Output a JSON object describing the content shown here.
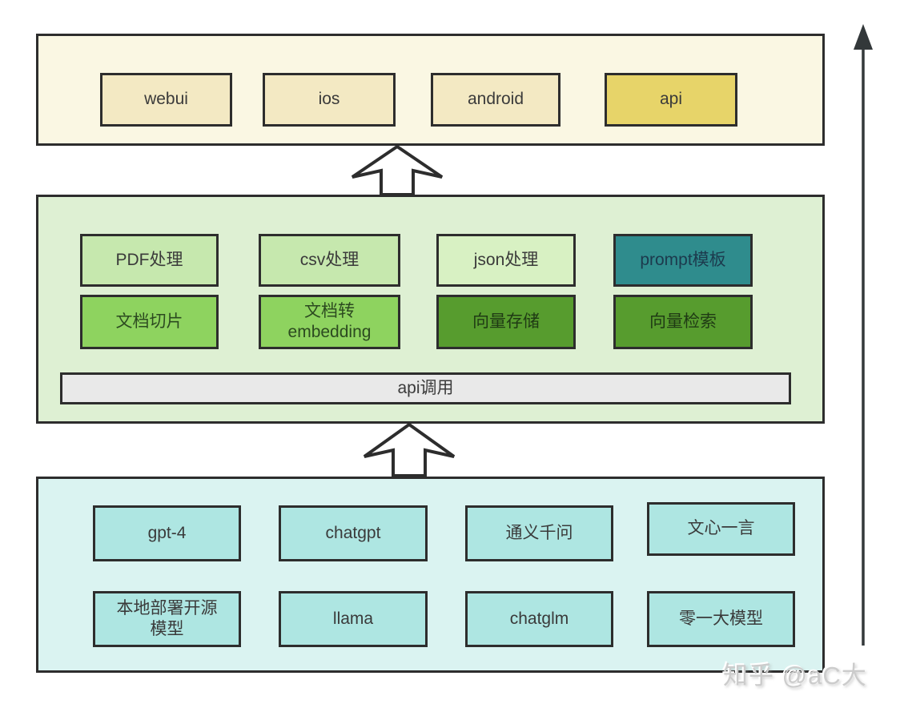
{
  "top_layer": {
    "boxes": [
      {
        "label": "webui"
      },
      {
        "label": "ios"
      },
      {
        "label": "android"
      },
      {
        "label": "api"
      }
    ]
  },
  "middle_layer": {
    "row1": [
      {
        "label": "PDF处理"
      },
      {
        "label": "csv处理"
      },
      {
        "label": "json处理"
      },
      {
        "label": "prompt模板"
      }
    ],
    "row2": [
      {
        "label": "文档切片"
      },
      {
        "label": "文档转\nembedding"
      },
      {
        "label": "向量存储"
      },
      {
        "label": "向量检索"
      }
    ],
    "api_bar": "api调用"
  },
  "bottom_layer": {
    "row1": [
      {
        "label": "gpt-4"
      },
      {
        "label": "chatgpt"
      },
      {
        "label": "通义千问"
      },
      {
        "label": "文心一言"
      }
    ],
    "row2": [
      {
        "label": "本地部署开源\n模型"
      },
      {
        "label": "llama"
      },
      {
        "label": "chatglm"
      },
      {
        "label": "零一大模型"
      }
    ]
  },
  "watermark": "知乎 @aC大",
  "colors": {
    "outline": "#2d2d2d",
    "top_layer_bg": "#faf7e3",
    "top_box_bg": "#f3e9c3",
    "api_box_bg": "#e7d469",
    "middle_layer_bg": "#def0d3",
    "light_green_box": "#c6e8ae",
    "lighter_green_box": "#d8f1c3",
    "medium_green_box": "#8ed35f",
    "dark_green_box": "#579c2e",
    "teal_box": "#2f8c8d",
    "api_bar_bg": "#e9e9e9",
    "bottom_layer_bg": "#daf3f1",
    "bottom_box_bg": "#aee6e2"
  }
}
